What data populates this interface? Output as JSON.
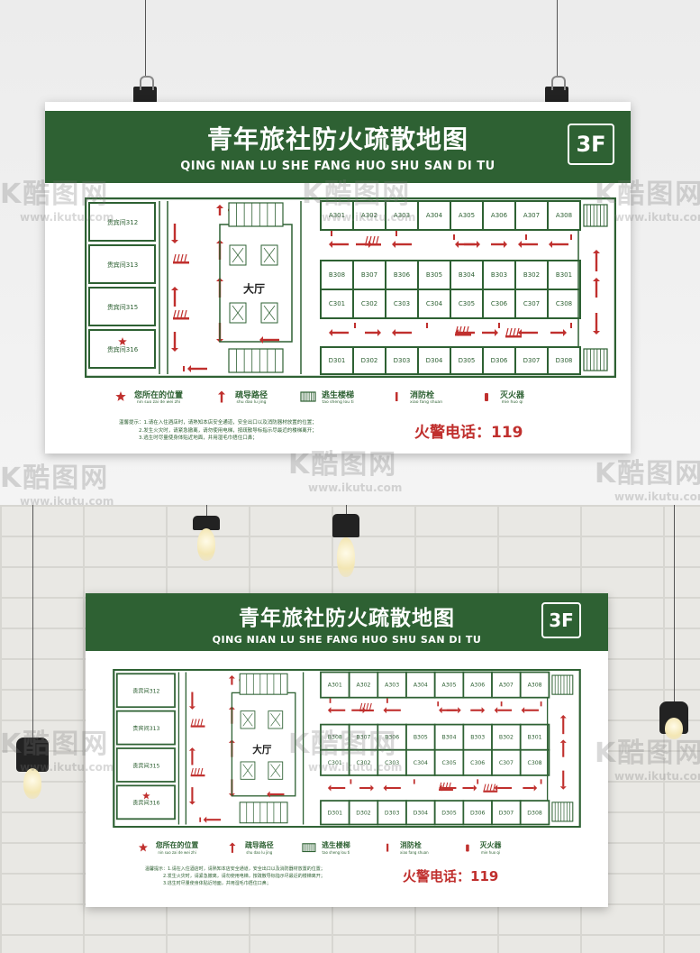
{
  "poster": {
    "title": "青年旅社防火疏散地图",
    "subtitle": "QING NIAN LU SHE FANG HUO SHU SAN DI TU",
    "floor": "3F",
    "lobby": "大厅",
    "left_rooms": [
      "贵宾间312",
      "贵宾间313",
      "贵宾间315",
      "贵宾间316"
    ],
    "row_a": [
      "A301",
      "A302",
      "A303",
      "A304",
      "A305",
      "A306",
      "A307",
      "A308"
    ],
    "row_b": [
      "B308",
      "B307",
      "B306",
      "B305",
      "B304",
      "B303",
      "B302",
      "B301"
    ],
    "row_c": [
      "C301",
      "C302",
      "C303",
      "C304",
      "C305",
      "C306",
      "C307",
      "C308"
    ],
    "row_d": [
      "D301",
      "D302",
      "D303",
      "D304",
      "D305",
      "D306",
      "D307",
      "D308"
    ],
    "legend": [
      {
        "label": "您所在的位置",
        "pinyin": "nin suo zai de wei zhi",
        "icon": "star-icon"
      },
      {
        "label": "疏导路径",
        "pinyin": "shu dao lu jing",
        "icon": "arrow-up-icon"
      },
      {
        "label": "逃生楼梯",
        "pinyin": "tao sheng lou ti",
        "icon": "stairs-icon"
      },
      {
        "label": "消防栓",
        "pinyin": "xiao fang shuan",
        "icon": "hydrant-icon"
      },
      {
        "label": "灭火器",
        "pinyin": "mie huo qi",
        "icon": "extinguisher-icon"
      }
    ],
    "tips": [
      "温馨提示：1.请在入住酒店时，请熟知本店安全通道，安全出口以及消防器材放置的位置；",
      "2.发生火灾时，请紧急撤离，请勿使用电梯，按疏散导标指示尽最近的楼梯离开；",
      "3.逃生时尽量使身体贴近地面，并用湿毛巾捂住口鼻；"
    ],
    "phone": "火警电话：119"
  },
  "watermark": {
    "brand": "K酷图网",
    "url": "www.ikutu.com"
  },
  "colors": {
    "green": "#2e6133",
    "red": "#c0302e",
    "white": "#ffffff"
  }
}
